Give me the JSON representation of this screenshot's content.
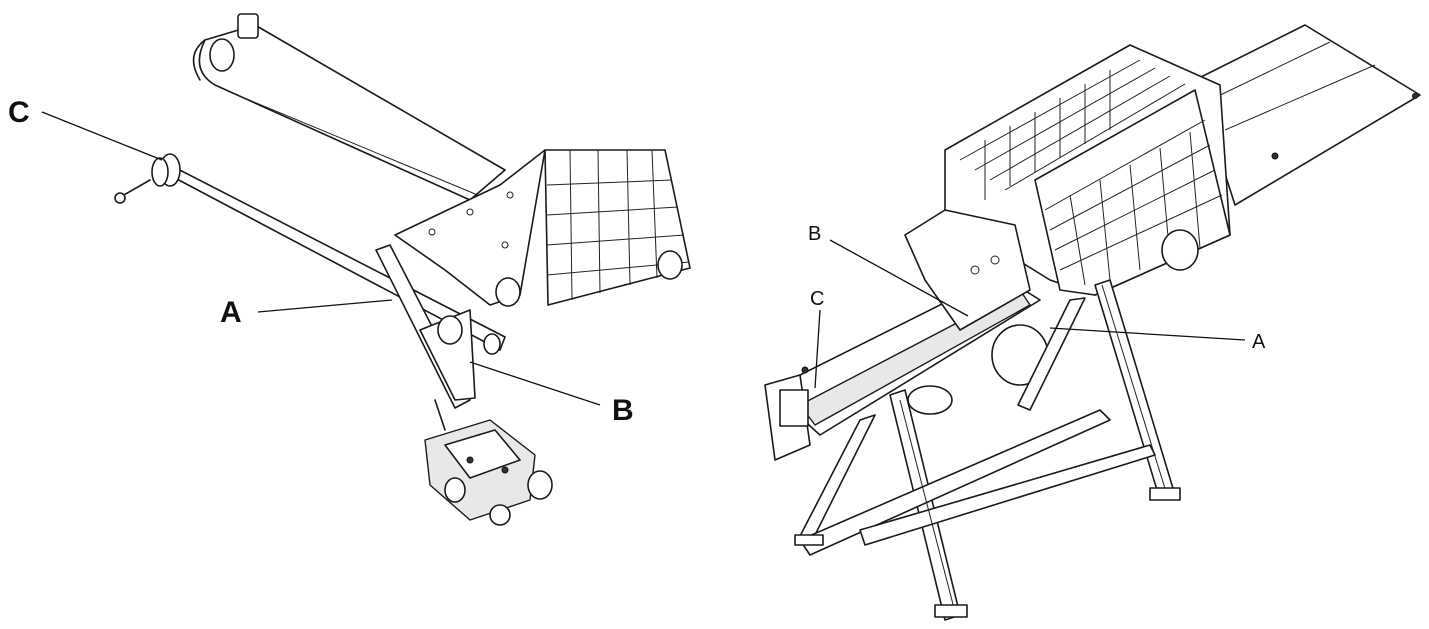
{
  "left_drawing": {
    "labels": {
      "a": "A",
      "b": "B",
      "c": "C"
    }
  },
  "right_drawing": {
    "labels": {
      "a": "A",
      "b": "B",
      "c": "C"
    }
  }
}
